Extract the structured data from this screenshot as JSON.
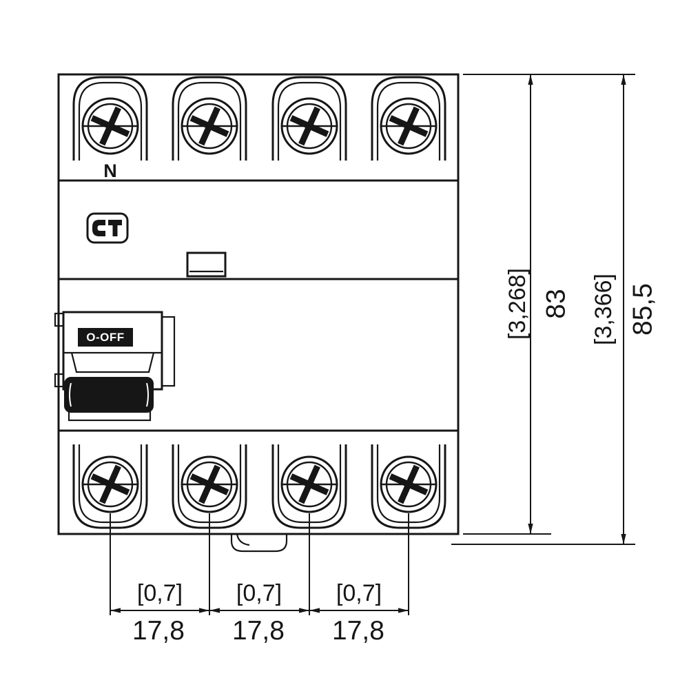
{
  "device": {
    "neutral_label": "N",
    "switch_label": "O-OFF"
  },
  "colors": {
    "line": "#161616",
    "background": "#ffffff"
  },
  "dimensions": {
    "right": {
      "inner_inch": "[3,268]",
      "inner_mm": "83",
      "outer_inch": "[3,366]",
      "outer_mm": "85,5"
    },
    "bottom": [
      {
        "inch": "[0,7]",
        "mm": "17,8"
      },
      {
        "inch": "[0,7]",
        "mm": "17,8"
      },
      {
        "inch": "[0,7]",
        "mm": "17,8"
      }
    ]
  }
}
